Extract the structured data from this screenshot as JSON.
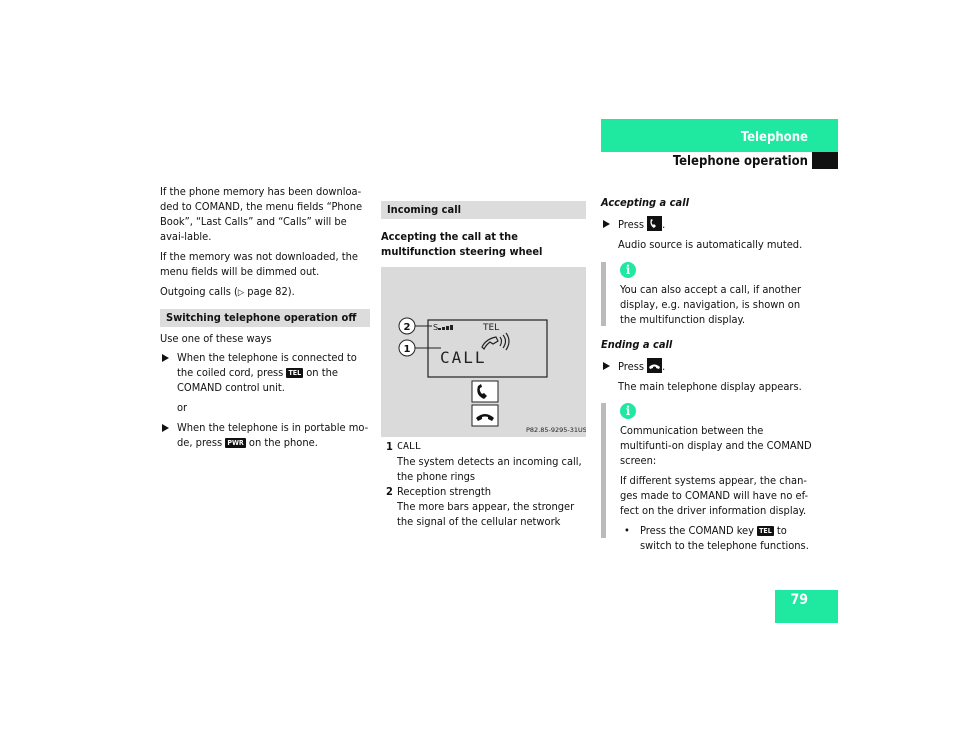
{
  "header": {
    "title": "Telephone",
    "subtitle": "Telephone operation"
  },
  "page_number": "79",
  "col1": {
    "p1": "If the phone memory has been downloa-ded to COMAND, the menu fields “Phone Book”, “Last Calls” and “Calls” will be avai-lable.",
    "p2": "If the memory was not downloaded, the menu fields will be dimmed out.",
    "p3_a": "Outgoing calls (",
    "p3_arrow": "▷",
    "p3_b": " page 82).",
    "section_title": "Switching telephone operation off",
    "use_text": "Use one of these ways",
    "bullet1_a": "When the telephone is connected to the coiled cord, press ",
    "bullet1_key": "TEL",
    "bullet1_b": " on the COMAND control unit.",
    "or_text": "or",
    "bullet2_a": "When the telephone is in portable mo-de, press ",
    "bullet2_key": "PWR",
    "bullet2_b": " on the phone."
  },
  "col2": {
    "section_title": "Incoming call",
    "subheading": "Accepting the call at the multifunction steering wheel",
    "figure": {
      "screen_top_left": "S",
      "screen_tel": "TEL",
      "screen_call": "CALL",
      "callout_1": "1",
      "callout_2": "2",
      "figure_code": "P82.85-9295-31US"
    },
    "legend": [
      {
        "num": "1",
        "title": "CALL",
        "text": "The system detects an incoming call, the phone rings"
      },
      {
        "num": "2",
        "title": "Reception strength",
        "text": "The more bars appear, the stronger the signal of the cellular network"
      }
    ]
  },
  "col3": {
    "accept_heading": "Accepting a call",
    "accept_press": "Press ",
    "accept_after": ".",
    "accept_note": "Audio source is automatically muted.",
    "info1_icon": "i",
    "info1_text": "You can also accept a call, if another display, e.g. navigation, is shown on the multifunction display.",
    "end_heading": "Ending a call",
    "end_press": "Press ",
    "end_after": ".",
    "end_note": "The main telephone display appears.",
    "info2_icon": "i",
    "info2_text1": "Communication between the multifunti-on display and the COMAND screen:",
    "info2_text2": "If different systems appear, the chan-ges made to COMAND will have no ef-fect on the driver information display.",
    "info2_bullet_a": "Press the COMAND key ",
    "info2_bullet_key": "TEL",
    "info2_bullet_b": " to switch to the telephone functions."
  }
}
